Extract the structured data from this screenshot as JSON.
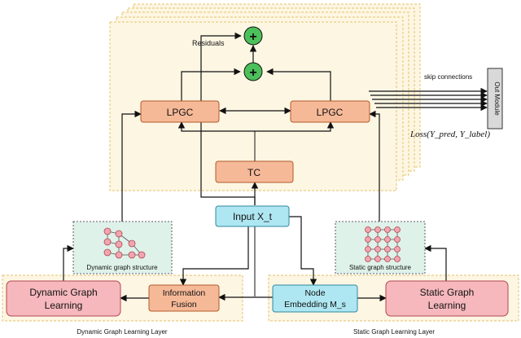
{
  "title": "",
  "stack": {
    "residuals_label": "Residuals",
    "plus_symbol": "+",
    "skip_label": "skip connections",
    "out_module_label": "Out Module",
    "loss_label": "Loss(Y_pred, Y_label)"
  },
  "nodes": {
    "lpgc_left": "LPGC",
    "lpgc_right": "LPGC",
    "tc": "TC",
    "input": "Input X_t"
  },
  "dynamic_layer": {
    "caption": "Dynamic Graph Learning Layer",
    "learning_line1": "Dynamic Graph",
    "learning_line2": "Learning",
    "fusion_line1": "Information",
    "fusion_line2": "Fusion",
    "structure_caption": "Dynamic graph structure"
  },
  "static_layer": {
    "caption": "Static Graph Learning Layer",
    "embedding_line1": "Node",
    "embedding_line2": "Embedding M_s",
    "learning_line1": "Static Graph",
    "learning_line2": "Learning",
    "structure_caption": "Static graph structure"
  },
  "colors": {
    "panel_fill": "#fdf6e3",
    "panel_border": "#e6c36a",
    "lpgc_fill": "#f6b998",
    "lpgc_border": "#b35a2a",
    "input_fill": "#aee6f1",
    "input_border": "#2e8aa0",
    "learning_fill": "#f6b8bd",
    "learning_border": "#b3474f",
    "plus_fill": "#4cc05a",
    "graph_box_fill": "#dff2ea",
    "graph_node_fill": "#f1a5b0"
  }
}
